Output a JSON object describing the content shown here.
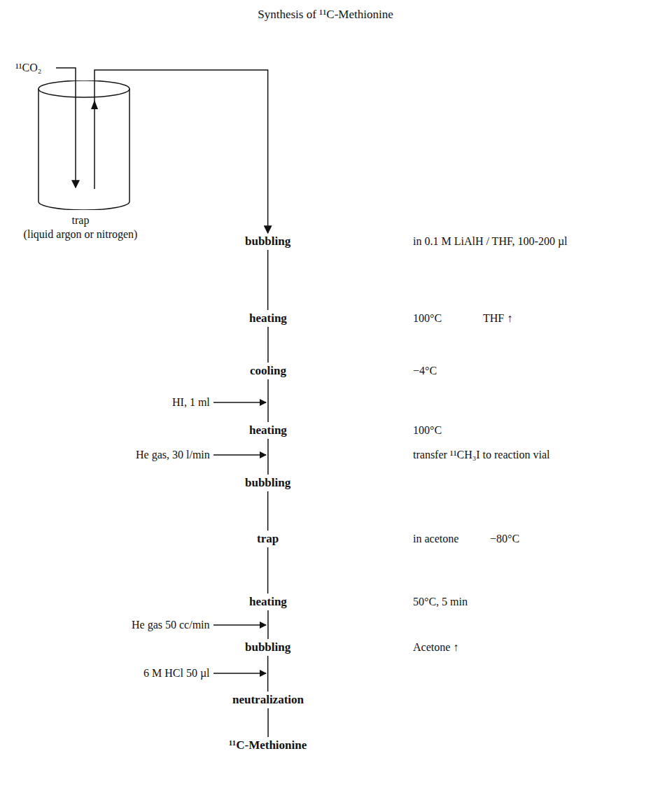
{
  "diagram": {
    "title": "Synthesis of ¹¹C-Methionine",
    "nodes": [
      {
        "text": [
          "trap",
          "(liquid argon or nitrogen)"
        ]
      },
      {
        "text": [
          "bubbling"
        ]
      },
      {
        "text": [
          "heating"
        ]
      },
      {
        "text": [
          "cooling"
        ]
      },
      {
        "text": [
          "heating"
        ]
      },
      {
        "text": [
          "bubbling"
        ]
      },
      {
        "text": [
          "trap"
        ]
      },
      {
        "text": [
          "heating"
        ]
      },
      {
        "text": [
          "bubbling"
        ]
      },
      {
        "text": [
          "neutralization"
        ]
      },
      {
        "text": [
          "¹¹C-Methionine"
        ]
      }
    ],
    "edges": [
      {
        "from": 0,
        "to": 1,
        "arrow": "to"
      },
      {
        "from": 1,
        "to": 2,
        "arrow": "none"
      },
      {
        "from": 2,
        "to": 3,
        "arrow": "none"
      },
      {
        "from": 3,
        "to": 4,
        "arrow": "none"
      },
      {
        "from": 4,
        "to": 5,
        "arrow": "none"
      },
      {
        "from": 5,
        "to": 6,
        "arrow": "none"
      },
      {
        "from": 6,
        "to": 7,
        "arrow": "none"
      },
      {
        "from": 7,
        "to": 8,
        "arrow": "none"
      },
      {
        "from": 8,
        "to": 9,
        "arrow": "none"
      },
      {
        "from": 9,
        "to": 10,
        "arrow": "none"
      }
    ],
    "labels": [
      "¹¹CO₂",
      "in 0.1 M LiAlH / THF, 100-200 µl",
      "100°C",
      "THF ↑",
      "−4°C",
      "HI, 1 ml",
      "100°C",
      "He gas, 30 l/min",
      "transfer ¹¹CH₃I to reaction vial",
      "in acetone",
      "−80°C",
      "50°C, 5 min",
      "He gas 50 cc/min",
      "Acetone ↑",
      "6 M HCl 50 µl"
    ]
  }
}
